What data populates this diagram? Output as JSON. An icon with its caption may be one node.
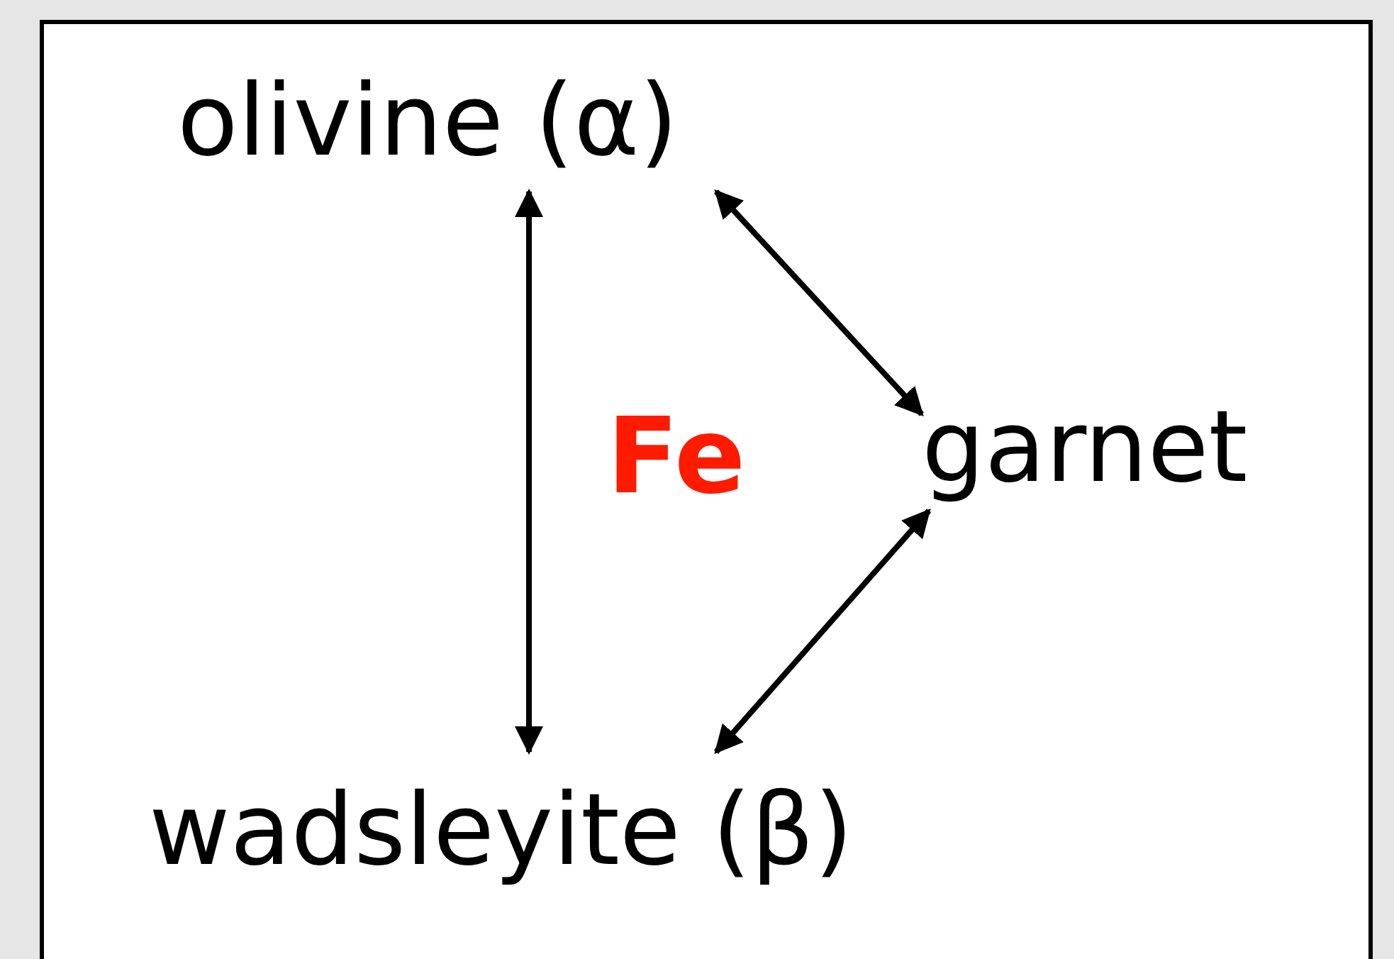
{
  "diagram": {
    "nodes": [
      {
        "text": [
          "olivine (α)"
        ]
      },
      {
        "text": [
          "garnet"
        ]
      },
      {
        "text": [
          "wadsleyite (β)"
        ]
      }
    ],
    "edges": [
      {
        "from": 0,
        "to": 2,
        "arrow": "both"
      },
      {
        "from": 0,
        "to": 1,
        "arrow": "both"
      },
      {
        "from": 1,
        "to": 2,
        "arrow": "both"
      }
    ],
    "labels": [
      "Fe"
    ]
  }
}
